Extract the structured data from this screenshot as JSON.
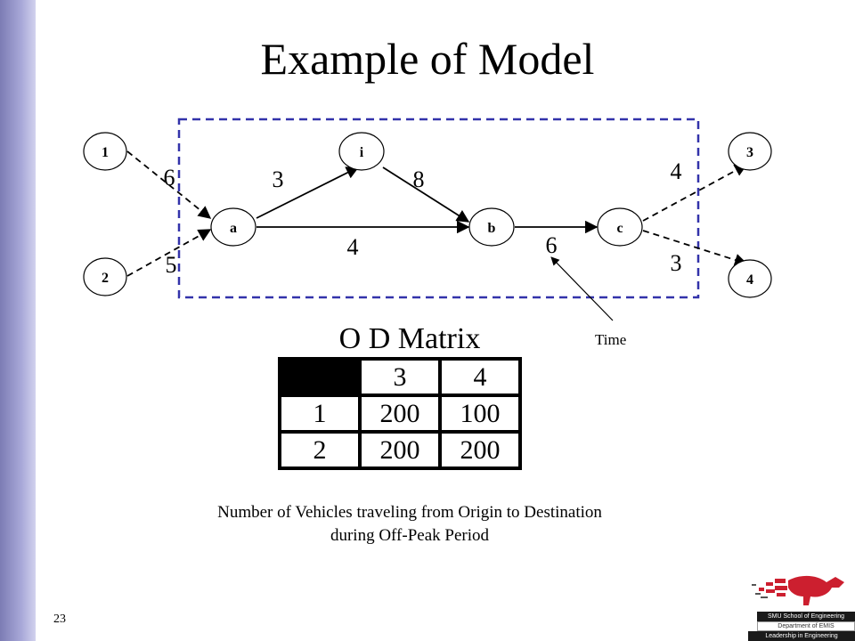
{
  "slide": {
    "title": "Example of Model",
    "page_number": "23",
    "caption_line1": "Number of Vehicles traveling from Origin to Destination",
    "caption_line2": "during Off-Peak Period",
    "time_label": "Time"
  },
  "diagram": {
    "nodes": {
      "n1": "1",
      "n2": "2",
      "n3": "3",
      "n4": "4",
      "na": "a",
      "ni": "i",
      "nb": "b",
      "nc": "c"
    },
    "edge_weights": {
      "e_1_a": "6",
      "e_2_a": "5",
      "e_a_i": "3",
      "e_i_b": "8",
      "e_a_b": "4",
      "e_b_c": "6",
      "e_c_3": "4",
      "e_c_4": "3"
    },
    "colors": {
      "boundary": "#3333aa",
      "accent_sidebar": "#8c8cc4"
    }
  },
  "od_matrix": {
    "title": "O D Matrix",
    "header": [
      "",
      "3",
      "4"
    ],
    "rows": [
      [
        "1",
        "200",
        "100"
      ],
      [
        "2",
        "200",
        "200"
      ]
    ]
  },
  "logo": {
    "line1": "SMU School of Engineering",
    "line2": "Department of EMIS",
    "line3": "Leadership in Engineering"
  }
}
